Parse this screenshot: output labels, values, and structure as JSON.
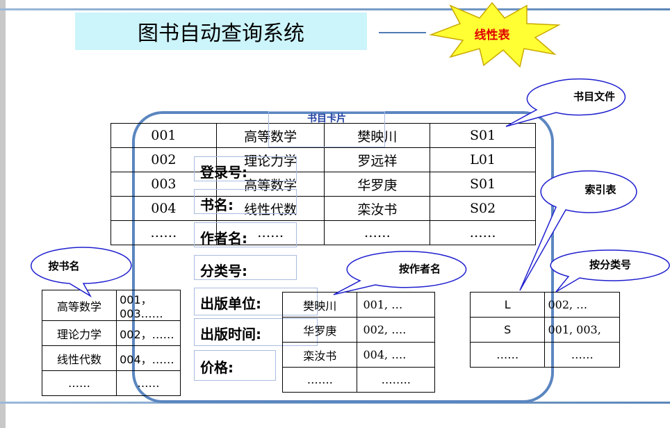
{
  "title": "图书自动查询系统",
  "star_label": "线性表",
  "callouts": {
    "book_file": "书目文件",
    "index_table": "索引表",
    "by_title": "按书名",
    "by_author": "按作者名",
    "by_category": "按分类号"
  },
  "card": {
    "title": "书目卡片",
    "fields": [
      "登录号:",
      "书名:",
      "作者名:",
      "分类号:",
      "出版单位:",
      "出版时间:",
      "价格:"
    ]
  },
  "book_table": {
    "rows": [
      [
        "001",
        "高等数学",
        "樊映川",
        "S01"
      ],
      [
        "002",
        "理论力学",
        "罗远祥",
        "L01"
      ],
      [
        "003",
        "高等数学",
        "华罗庚",
        "S01"
      ],
      [
        "004",
        "线性代数",
        "栾汝书",
        "S02"
      ],
      [
        "……",
        "……",
        "……",
        "……"
      ]
    ]
  },
  "title_index": {
    "rows": [
      [
        "高等数学",
        "001，003……"
      ],
      [
        "理论力学",
        "002，……"
      ],
      [
        "线性代数",
        "004，……"
      ],
      [
        "……",
        "……"
      ]
    ]
  },
  "author_index": {
    "rows": [
      [
        "樊映川",
        "001, …"
      ],
      [
        "华罗庚",
        "002, …."
      ],
      [
        "栾汝书",
        "004, …."
      ],
      [
        "…….",
        "…….."
      ]
    ]
  },
  "category_index": {
    "rows": [
      [
        "L",
        "002, …"
      ],
      [
        "S",
        "001, 003,"
      ],
      [
        "……",
        "……"
      ]
    ]
  }
}
